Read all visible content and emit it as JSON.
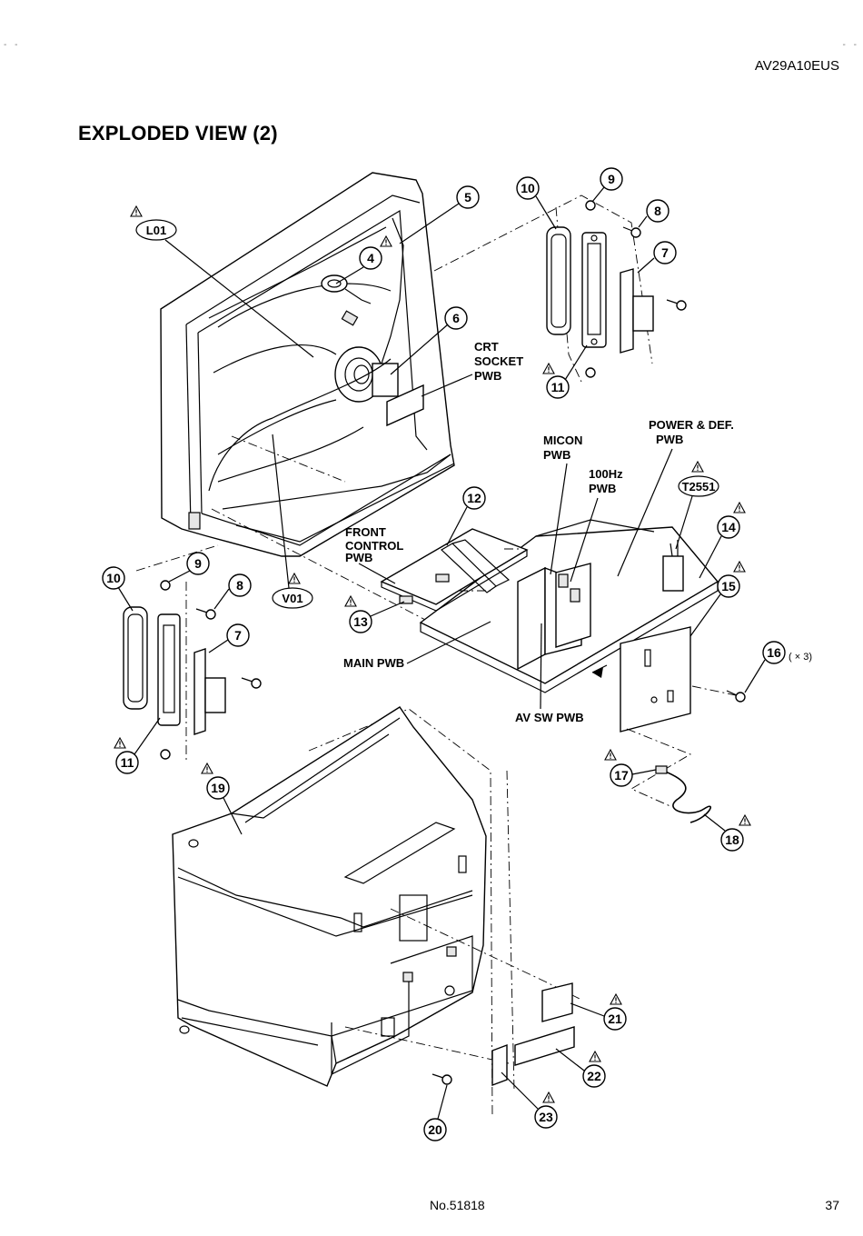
{
  "header": {
    "model": "AV29A10EUS"
  },
  "title": "EXPLODED VIEW (2)",
  "footer": {
    "doc_no": "No.51818",
    "page": "37"
  },
  "callouts": {
    "n5": "5",
    "n4": "4",
    "n6": "6",
    "n9a": "9",
    "n10a": "10",
    "n8a": "8",
    "n7a": "7",
    "n11a": "11",
    "n12": "12",
    "n13": "13",
    "n14": "14",
    "n15": "15",
    "n16": "16",
    "n17": "17",
    "n18": "18",
    "n10b": "10",
    "n9b": "9",
    "n8b": "8",
    "n7b": "7",
    "n11b": "11",
    "n19": "19",
    "n20": "20",
    "n21": "21",
    "n22": "22",
    "n23": "23"
  },
  "ovals": {
    "l01": "L01",
    "v01": "V01",
    "t2551": "T2551"
  },
  "labels": {
    "crt_socket": [
      "CRT",
      "SOCKET",
      "PWB"
    ],
    "micon": [
      "MICON",
      "PWB"
    ],
    "power_def": [
      "POWER & DEF.",
      "PWB"
    ],
    "hz100": [
      "100Hz",
      "PWB"
    ],
    "front_control": [
      "FRONT",
      "CONTROL",
      "PWB"
    ],
    "main_pwb": "MAIN PWB",
    "av_sw": "AV SW PWB",
    "qty_16": "( × 3)"
  },
  "icons": {
    "warning": "warning-triangle-icon"
  }
}
